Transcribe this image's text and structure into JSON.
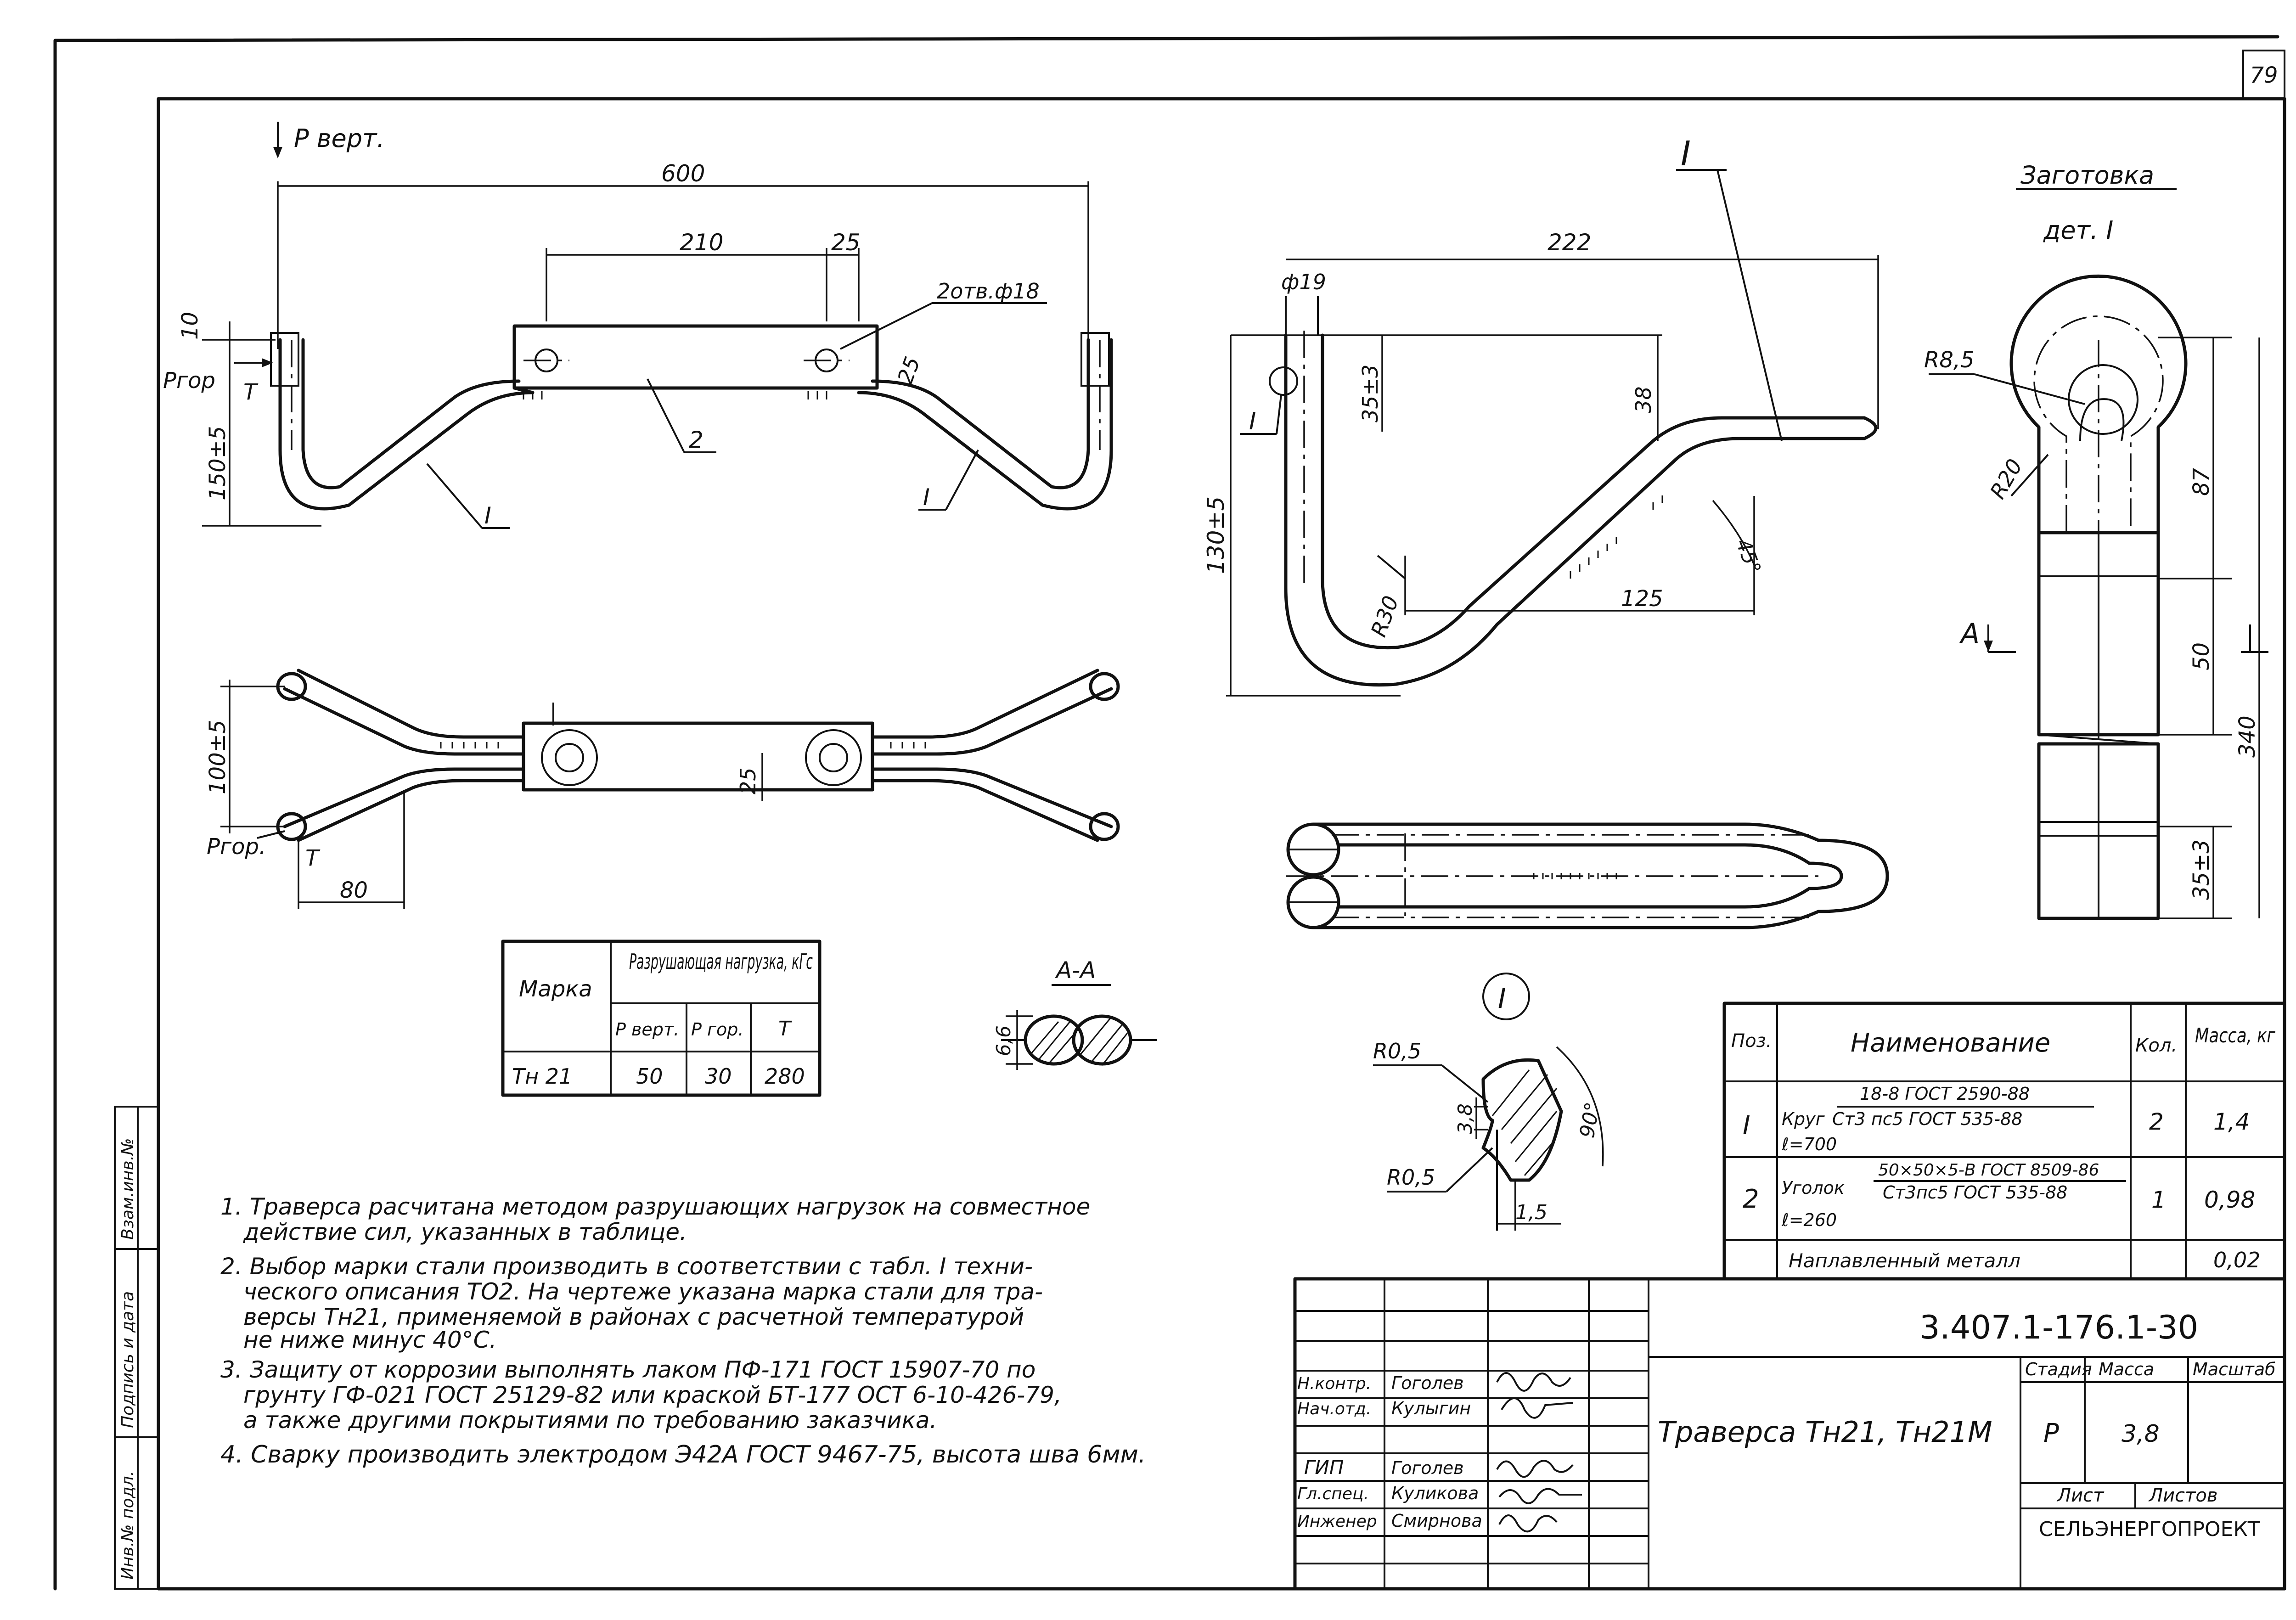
{
  "sheet_number": "79",
  "upper_view": {
    "load_vertical": "P верт.",
    "load_horizontal": "Pгор",
    "t_label": "T",
    "dim_600": "600",
    "dim_210": "210",
    "dim_25a": "25",
    "dim_10": "10",
    "dim_25b": "25",
    "dim_150": "150±5",
    "holes": "2отв.ф18",
    "pos_2": "2",
    "pos_1a": "I",
    "pos_1b": "I"
  },
  "plan_view": {
    "dim_100": "100±5",
    "dim_80": "80",
    "dim_25": "25",
    "load_horizontal": "Pгор.",
    "t_label": "T"
  },
  "side_view": {
    "pos_1_callout": "I",
    "dim_222": "222",
    "dim_19": "ф19",
    "dim_35": "35±3",
    "dim_38": "38",
    "dim_130": "130±5",
    "dim_r30": "R30",
    "dim_125": "125",
    "dim_45": "45°",
    "pos_1_label": "I"
  },
  "blank": {
    "title": "Заготовка",
    "subtitle": "дет. I",
    "dim_r85": "R8,5",
    "dim_r20": "R20",
    "dim_87": "87",
    "dim_50": "50",
    "dim_340": "340",
    "dim_35": "35±3",
    "section_mark": "A"
  },
  "section_aa": {
    "title": "A-A",
    "dim": "6,6"
  },
  "detail_1": {
    "label": "I",
    "r05a": "R0,5",
    "r05b": "R0,5",
    "dim_38": "3,8",
    "dim_15": "1,5",
    "angle": "90°"
  },
  "load_table": {
    "col_mark": "Марка",
    "col_load": "Разрушающая нагрузка, кГс",
    "sub_pvert": "P верт.",
    "sub_pgor": "P гор.",
    "sub_t": "T",
    "row_mark": "Тн 21",
    "row_pvert": "50",
    "row_pgor": "30",
    "row_t": "280"
  },
  "notes": [
    "1. Траверса расчитана методом разрушающих нагрузок на совместное",
    "действие сил, указанных в таблице.",
    "2. Выбор марки стали производить в соответствии с табл. I техни-",
    "ческого описания ТО2. На чертеже указана марка стали для тра-",
    "версы Тн21, применяемой в районах с расчетной температурой",
    "не ниже минус 40°С.",
    "3. Защиту от коррозии выполнять лаком ПФ-171 ГОСТ 15907-70 по",
    "грунту ГФ-021 ГОСТ 25129-82 или краской БТ-177 ОСТ 6-10-426-79,",
    "а также другими покрытиями по требованию заказчика.",
    "4. Сварку производить электродом Э42А ГОСТ 9467-75, высота шва 6мм."
  ],
  "spec_table": {
    "h_pos": "Поз.",
    "h_name": "Наименование",
    "h_qty": "Кол.",
    "h_mass": "Масса, кг",
    "row1_pos": "I",
    "row1_type": "Круг",
    "row1_num": "18-8 ГОСТ 2590-88",
    "row1_den": "Ст3 пс5 ГОСТ 535-88",
    "row1_len": "ℓ=700",
    "row1_qty": "2",
    "row1_mass": "1,4",
    "row2_pos": "2",
    "row2_type": "Уголок",
    "row2_num": "50×50×5-В ГОСТ 8509-86",
    "row2_den": "Ст3пс5 ГОСТ 535-88",
    "row2_len": "ℓ=260",
    "row2_qty": "1",
    "row2_mass": "0,98",
    "row3_name": "Наплавленный металл",
    "row3_mass": "0,02"
  },
  "title_block": {
    "doc_code": "3.407.1-176.1-30",
    "title": "Траверса Тн21, Тн21М",
    "col_stage": "Стадия",
    "col_mass": "Масса",
    "col_scale": "Масштаб",
    "stage": "Р",
    "mass": "3,8",
    "sheet": "Лист",
    "sheets": "Листов",
    "org": "СЕЛЬЭНЕРГОПРОЕКТ",
    "roles": [
      "Н.контр.",
      "Нач.отд.",
      "",
      "ГИП",
      "Гл.спец.",
      "Инженер"
    ],
    "names": [
      "Гоголев",
      "Кулыгин",
      "",
      "Гоголев",
      "Куликова",
      "Смирнова"
    ]
  },
  "side_stamp": {
    "c1": "Инв.№ подл.",
    "c2": "Подпись и дата",
    "c3": "Взам.инв.№"
  }
}
